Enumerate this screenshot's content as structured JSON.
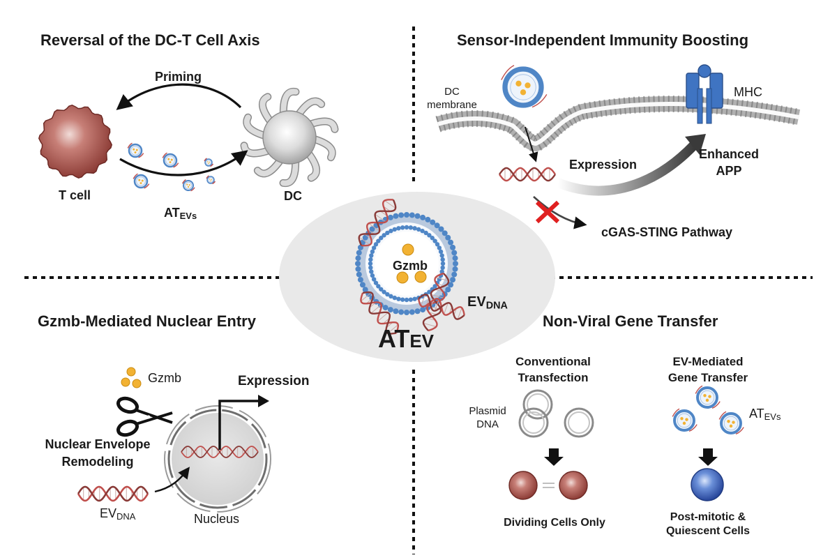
{
  "panels": {
    "top_left": {
      "title": "Reversal of the DC-T Cell Axis",
      "priming": "Priming",
      "t_cell": "T cell",
      "dc": "DC",
      "atevs_main": "AT",
      "atevs_sub": "EVs"
    },
    "top_right": {
      "title": "Sensor-Independent Immunity Boosting",
      "dc_membrane_line1": "DC",
      "dc_membrane_line2": "membrane",
      "mhc": "MHC",
      "expression": "Expression",
      "enhanced_line1": "Enhanced",
      "enhanced_line2": "APP",
      "cgas": "cGAS-STING Pathway"
    },
    "center": {
      "gzmb": "Gzmb",
      "evdna_main": "EV",
      "evdna_sub": "DNA",
      "atev_main": "AT",
      "atev_sub": "EV"
    },
    "bottom_left": {
      "title": "Gzmb-Mediated Nuclear Entry",
      "gzmb": "Gzmb",
      "expression": "Expression",
      "envelope_line1": "Nuclear Envelope",
      "envelope_line2": "Remodeling",
      "evdna_main": "EV",
      "evdna_sub": "DNA",
      "nucleus": "Nucleus"
    },
    "bottom_right": {
      "title": "Non-Viral Gene Transfer",
      "conv_line1": "Conventional",
      "conv_line2": "Transfection",
      "ev_line1": "EV-Mediated",
      "ev_line2": "Gene Transfer",
      "plasmid_line1": "Plasmid",
      "plasmid_line2": "DNA",
      "atevs_main": "AT",
      "atevs_sub": "EVs",
      "dividing": "Dividing Cells Only",
      "post_line1": "Post-mitotic &",
      "post_line2": "Quiescent Cells"
    }
  },
  "colors": {
    "t_cell": "#a8504a",
    "dc_cell": "#c9c9c9",
    "membrane": "#4f86c6",
    "dna": "#c0504d",
    "gzmb": "#f2b233",
    "mhc": "#3f74c2",
    "inhibit": "#e02020",
    "nucleus": "#d7d7d7",
    "center_ellipse": "#e9e9e9"
  }
}
